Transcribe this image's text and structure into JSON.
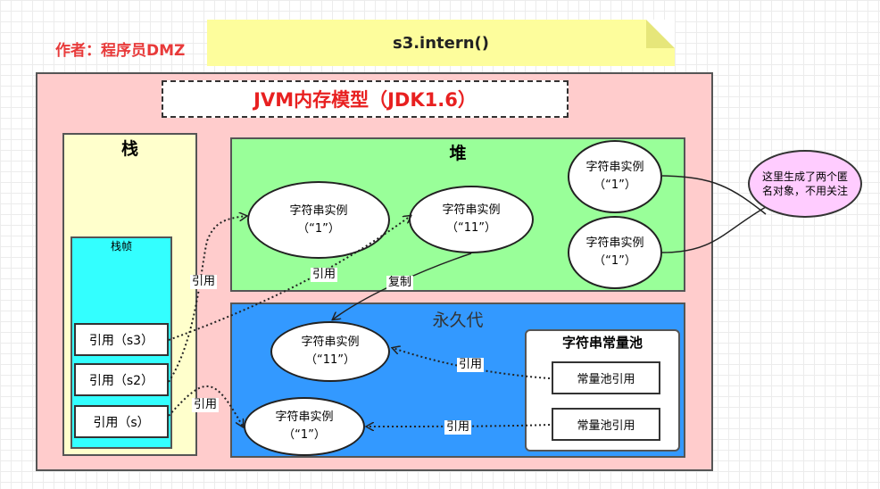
{
  "author": "作者：程序员DMZ",
  "note": "s3.intern()",
  "title": "JVM内存模型（JDK1.6）",
  "stack": {
    "title": "栈",
    "frame_title": "栈帧",
    "refs": [
      "引用（s3）",
      "引用（s2）",
      "引用（s）"
    ]
  },
  "heap": {
    "title": "堆",
    "instances": [
      {
        "label": "字符串实例",
        "value": "（“1”）"
      },
      {
        "label": "字符串实例",
        "value": "（“11”）"
      },
      {
        "label": "字符串实例",
        "value": "（“1”）"
      },
      {
        "label": "字符串实例",
        "value": "（“1”）"
      }
    ]
  },
  "perm": {
    "title": "永久代",
    "instances": [
      {
        "label": "字符串实例",
        "value": "（“11”）"
      },
      {
        "label": "字符串实例",
        "value": "（“1”）"
      }
    ],
    "pool": {
      "title": "字符串常量池",
      "refs": [
        "常量池引用",
        "常量池引用"
      ]
    }
  },
  "bubble": "这里生成了两个匿名对象，不用关注",
  "edge_labels": {
    "ref1": "引用",
    "ref2": "引用",
    "ref3": "引用",
    "copy": "复制",
    "pool_ref1": "引用",
    "pool_ref2": "引用"
  }
}
